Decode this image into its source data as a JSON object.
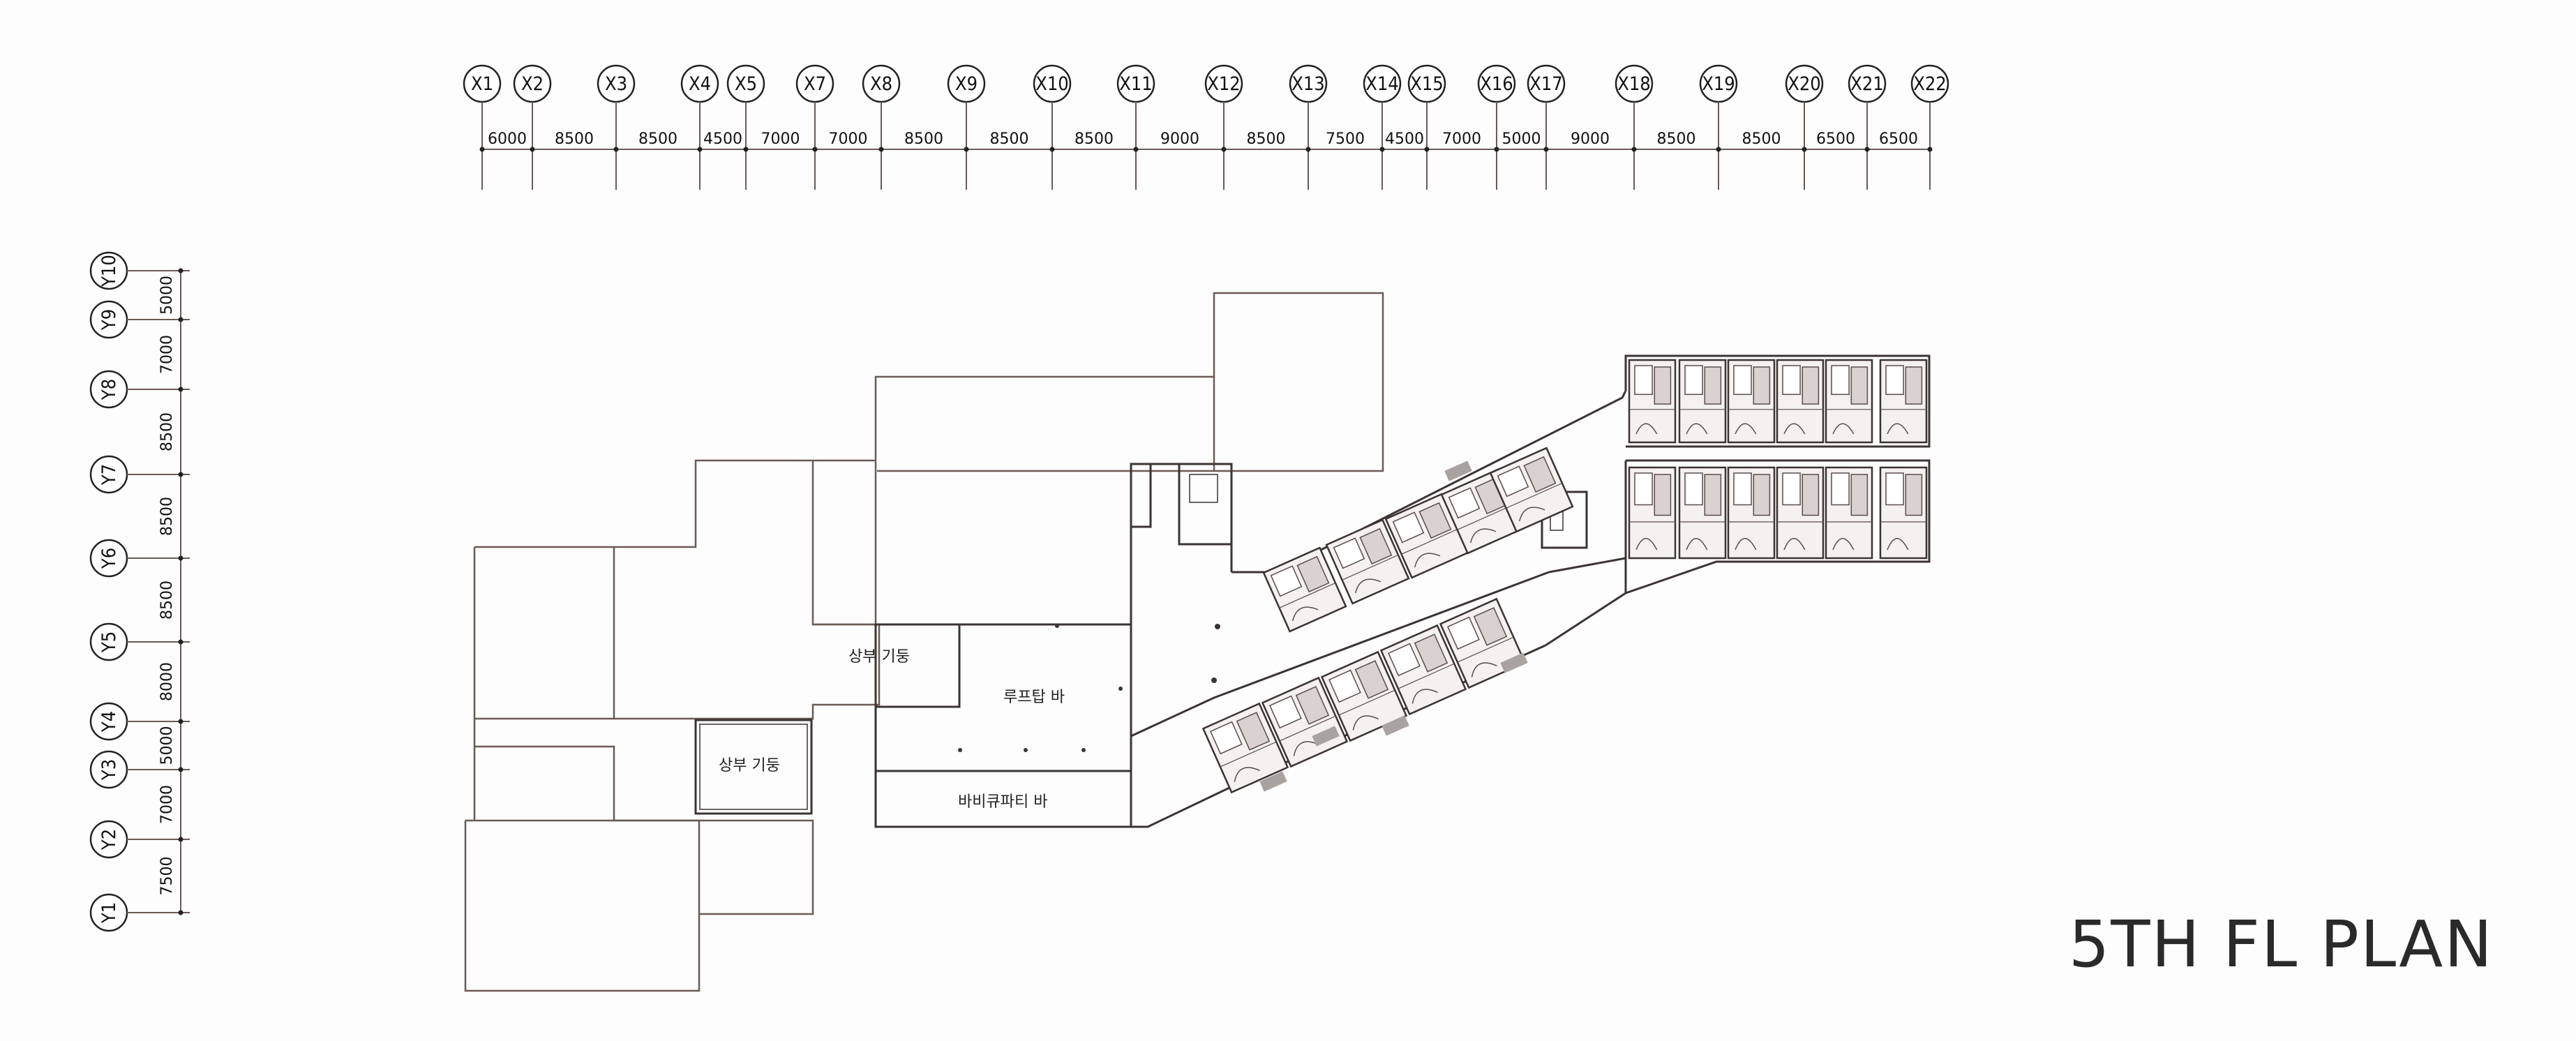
{
  "title": "5TH FL PLAN",
  "colors": {
    "line": "#6b5a57",
    "wall": "#3b3433",
    "text": "#111111",
    "background": "#fdfdfd"
  },
  "x_axes": [
    "X1",
    "X2",
    "X3",
    "X4",
    "X5",
    "X7",
    "X8",
    "X9",
    "X10",
    "X11",
    "X12",
    "X13",
    "X14",
    "X15",
    "X16",
    "X17",
    "X18",
    "X19",
    "X20",
    "X21",
    "X22"
  ],
  "x_dimensions": [
    "6000",
    "8500",
    "8500",
    "4500",
    "7000",
    "7000",
    "8500",
    "8500",
    "8500",
    "9000",
    "8500",
    "7500",
    "4500",
    "7000",
    "5000",
    "9000",
    "8500",
    "8500",
    "6500",
    "6500"
  ],
  "y_axes": [
    "Y1",
    "Y2",
    "Y3",
    "Y4",
    "Y5",
    "Y6",
    "Y7",
    "Y8",
    "Y9",
    "Y10"
  ],
  "y_dimensions": [
    "7500",
    "7000",
    "5000",
    "8000",
    "8500",
    "8500",
    "8500",
    "7000",
    "5000"
  ],
  "rooms": {
    "void_upper": "상부 기둥",
    "void_lower": "상부 기둥",
    "rooftop_bar": "루프탑 바",
    "barbecue_bar": "바비큐파티 바"
  }
}
